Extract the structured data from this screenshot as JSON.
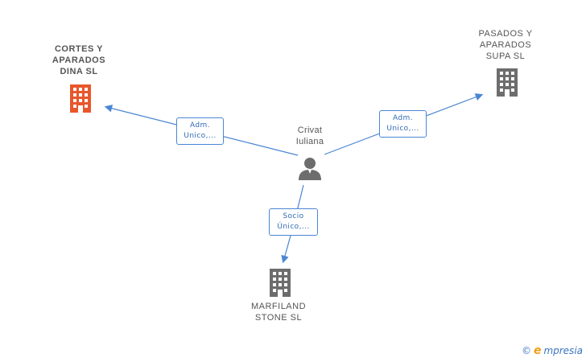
{
  "nodes": {
    "cortes": {
      "label": "CORTES Y\nAPARADOS\nDINA  SL",
      "color": "#e8572c"
    },
    "pasados": {
      "label": "PASADOS Y\nAPARADOS\nSUPA  SL",
      "color": "#6d6d6d"
    },
    "marfiland": {
      "label": "MARFILAND\nSTONE  SL",
      "color": "#6d6d6d"
    },
    "person": {
      "label": "Crivat\nIuliana"
    }
  },
  "edges": {
    "to_cortes": "Adm.\nUnico,...",
    "to_pasados": "Adm.\nUnico,...",
    "to_marfiland": "Socio\nÚnico,..."
  },
  "footer": {
    "copyright": "©",
    "brand_e": "e",
    "brand_rest": "mpresia"
  },
  "colors": {
    "edge": "#4a86d4",
    "accent": "#e8572c",
    "building": "#6d6d6d"
  }
}
